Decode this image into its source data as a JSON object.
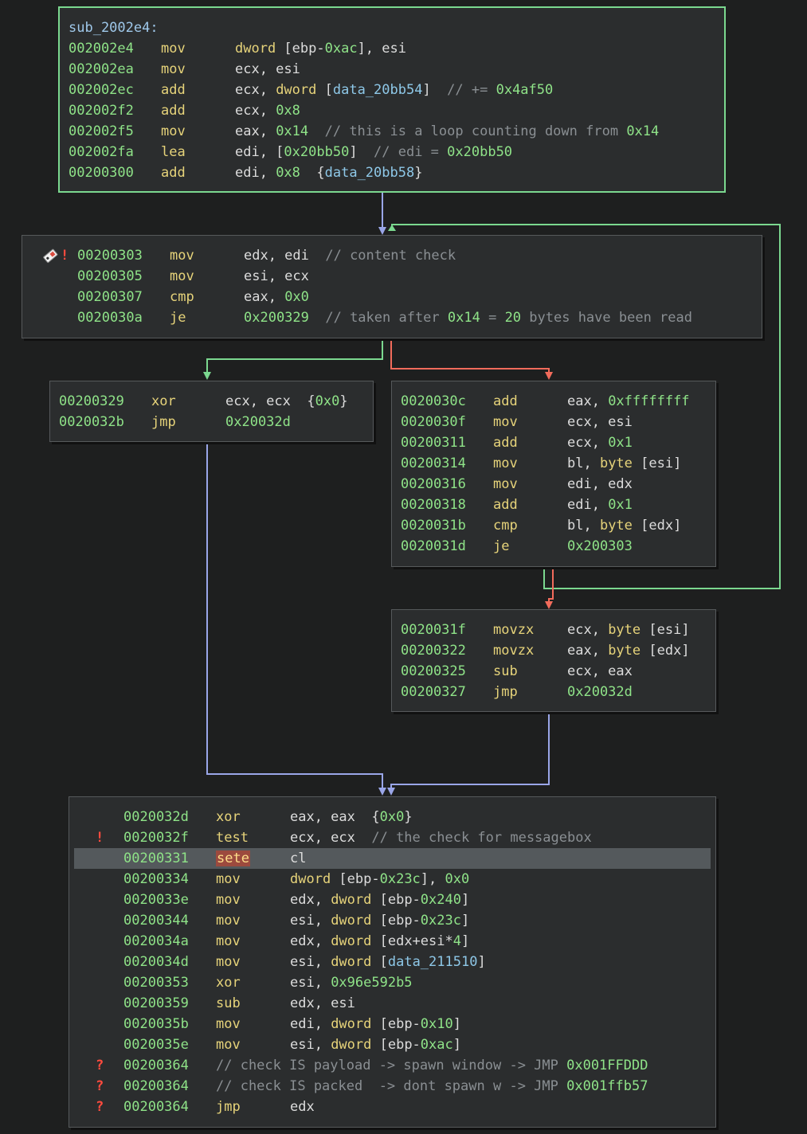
{
  "blocks": {
    "entry": {
      "label": "sub_2002e4:",
      "rows": [
        {
          "addr": "002002e4",
          "mn": "mov",
          "ops": [
            {
              "t": "dword",
              "k": "kw"
            },
            {
              "t": " [ebp-",
              "k": "op"
            },
            {
              "t": "0xac",
              "k": "imm"
            },
            {
              "t": "], esi",
              "k": "op"
            }
          ]
        },
        {
          "addr": "002002ea",
          "mn": "mov",
          "ops": [
            {
              "t": "ecx, esi",
              "k": "op"
            }
          ]
        },
        {
          "addr": "002002ec",
          "mn": "add",
          "ops": [
            {
              "t": "ecx, ",
              "k": "op"
            },
            {
              "t": "dword",
              "k": "kw"
            },
            {
              "t": " [",
              "k": "op"
            },
            {
              "t": "data_20bb54",
              "k": "dat"
            },
            {
              "t": "]  ",
              "k": "op"
            },
            {
              "t": "// += ",
              "k": "cmt"
            },
            {
              "t": "0x4af50",
              "k": "imm"
            }
          ]
        },
        {
          "addr": "002002f2",
          "mn": "add",
          "ops": [
            {
              "t": "ecx, ",
              "k": "op"
            },
            {
              "t": "0x8",
              "k": "imm"
            }
          ]
        },
        {
          "addr": "002002f5",
          "mn": "mov",
          "ops": [
            {
              "t": "eax, ",
              "k": "op"
            },
            {
              "t": "0x14",
              "k": "imm"
            },
            {
              "t": "  // this is a loop counting down from ",
              "k": "cmt"
            },
            {
              "t": "0x14",
              "k": "imm"
            }
          ]
        },
        {
          "addr": "002002fa",
          "mn": "lea",
          "ops": [
            {
              "t": "edi, [",
              "k": "op"
            },
            {
              "t": "0x20bb50",
              "k": "imm"
            },
            {
              "t": "]  ",
              "k": "op"
            },
            {
              "t": "// edi = ",
              "k": "cmt"
            },
            {
              "t": "0x20bb50",
              "k": "imm"
            }
          ]
        },
        {
          "addr": "00200300",
          "mn": "add",
          "ops": [
            {
              "t": "edi, ",
              "k": "op"
            },
            {
              "t": "0x8",
              "k": "imm"
            },
            {
              "t": "  {",
              "k": "op"
            },
            {
              "t": "data_20bb58",
              "k": "dat"
            },
            {
              "t": "}",
              "k": "op"
            }
          ]
        }
      ]
    },
    "loop": {
      "rows": [
        {
          "addr": "00200303",
          "mn": "mov",
          "ops": [
            {
              "t": "edx, edi  ",
              "k": "op"
            },
            {
              "t": "// content check",
              "k": "cmt"
            }
          ]
        },
        {
          "addr": "00200305",
          "mn": "mov",
          "ops": [
            {
              "t": "esi, ecx",
              "k": "op"
            }
          ]
        },
        {
          "addr": "00200307",
          "mn": "cmp",
          "ops": [
            {
              "t": "eax, ",
              "k": "op"
            },
            {
              "t": "0x0",
              "k": "imm"
            }
          ]
        },
        {
          "addr": "0020030a",
          "mn": "je",
          "ops": [
            {
              "t": "0x200329",
              "k": "imm"
            },
            {
              "t": "  // taken after ",
              "k": "cmt"
            },
            {
              "t": "0x14",
              "k": "imm"
            },
            {
              "t": " = ",
              "k": "cmt"
            },
            {
              "t": "20",
              "k": "imm"
            },
            {
              "t": " bytes have been read",
              "k": "cmt"
            }
          ]
        }
      ]
    },
    "zero": {
      "rows": [
        {
          "addr": "00200329",
          "mn": "xor",
          "ops": [
            {
              "t": "ecx, ecx  {",
              "k": "op"
            },
            {
              "t": "0x0",
              "k": "imm"
            },
            {
              "t": "}",
              "k": "op"
            }
          ]
        },
        {
          "addr": "0020032b",
          "mn": "jmp",
          "ops": [
            {
              "t": "0x20032d",
              "k": "imm"
            }
          ]
        }
      ]
    },
    "cmpbody": {
      "rows": [
        {
          "addr": "0020030c",
          "mn": "add",
          "ops": [
            {
              "t": "eax, ",
              "k": "op"
            },
            {
              "t": "0xffffffff",
              "k": "imm"
            }
          ]
        },
        {
          "addr": "0020030f",
          "mn": "mov",
          "ops": [
            {
              "t": "ecx, esi",
              "k": "op"
            }
          ]
        },
        {
          "addr": "00200311",
          "mn": "add",
          "ops": [
            {
              "t": "ecx, ",
              "k": "op"
            },
            {
              "t": "0x1",
              "k": "imm"
            }
          ]
        },
        {
          "addr": "00200314",
          "mn": "mov",
          "ops": [
            {
              "t": "bl, ",
              "k": "op"
            },
            {
              "t": "byte",
              "k": "kw"
            },
            {
              "t": " [esi]",
              "k": "op"
            }
          ]
        },
        {
          "addr": "00200316",
          "mn": "mov",
          "ops": [
            {
              "t": "edi, edx",
              "k": "op"
            }
          ]
        },
        {
          "addr": "00200318",
          "mn": "add",
          "ops": [
            {
              "t": "edi, ",
              "k": "op"
            },
            {
              "t": "0x1",
              "k": "imm"
            }
          ]
        },
        {
          "addr": "0020031b",
          "mn": "cmp",
          "ops": [
            {
              "t": "bl, ",
              "k": "op"
            },
            {
              "t": "byte",
              "k": "kw"
            },
            {
              "t": " [edx]",
              "k": "op"
            }
          ]
        },
        {
          "addr": "0020031d",
          "mn": "je",
          "ops": [
            {
              "t": "0x200303",
              "k": "imm"
            }
          ]
        }
      ]
    },
    "diff": {
      "rows": [
        {
          "addr": "0020031f",
          "mn": "movzx",
          "ops": [
            {
              "t": "ecx, ",
              "k": "op"
            },
            {
              "t": "byte",
              "k": "kw"
            },
            {
              "t": " [esi]",
              "k": "op"
            }
          ]
        },
        {
          "addr": "00200322",
          "mn": "movzx",
          "ops": [
            {
              "t": "eax, ",
              "k": "op"
            },
            {
              "t": "byte",
              "k": "kw"
            },
            {
              "t": " [edx]",
              "k": "op"
            }
          ]
        },
        {
          "addr": "00200325",
          "mn": "sub",
          "ops": [
            {
              "t": "ecx, eax",
              "k": "op"
            }
          ]
        },
        {
          "addr": "00200327",
          "mn": "jmp",
          "ops": [
            {
              "t": "0x20032d",
              "k": "imm"
            }
          ]
        }
      ]
    },
    "final": {
      "rows": [
        {
          "addr": "0020032d",
          "mn": "xor",
          "ops": [
            {
              "t": "eax, eax  {",
              "k": "op"
            },
            {
              "t": "0x0",
              "k": "imm"
            },
            {
              "t": "}",
              "k": "op"
            }
          ]
        },
        {
          "addr": "0020032f",
          "mn": "test",
          "ops": [
            {
              "t": "ecx, ecx  ",
              "k": "op"
            },
            {
              "t": "// the check for messagebox",
              "k": "cmt"
            }
          ],
          "mark": "!"
        },
        {
          "addr": "00200331",
          "mn": "sete",
          "ops": [
            {
              "t": "cl",
              "k": "op"
            }
          ],
          "hl": true
        },
        {
          "addr": "00200334",
          "mn": "mov",
          "ops": [
            {
              "t": "dword",
              "k": "kw"
            },
            {
              "t": " [ebp-",
              "k": "op"
            },
            {
              "t": "0x23c",
              "k": "imm"
            },
            {
              "t": "], ",
              "k": "op"
            },
            {
              "t": "0x0",
              "k": "imm"
            }
          ]
        },
        {
          "addr": "0020033e",
          "mn": "mov",
          "ops": [
            {
              "t": "edx, ",
              "k": "op"
            },
            {
              "t": "dword",
              "k": "kw"
            },
            {
              "t": " [ebp-",
              "k": "op"
            },
            {
              "t": "0x240",
              "k": "imm"
            },
            {
              "t": "]",
              "k": "op"
            }
          ]
        },
        {
          "addr": "00200344",
          "mn": "mov",
          "ops": [
            {
              "t": "esi, ",
              "k": "op"
            },
            {
              "t": "dword",
              "k": "kw"
            },
            {
              "t": " [ebp-",
              "k": "op"
            },
            {
              "t": "0x23c",
              "k": "imm"
            },
            {
              "t": "]",
              "k": "op"
            }
          ]
        },
        {
          "addr": "0020034a",
          "mn": "mov",
          "ops": [
            {
              "t": "edx, ",
              "k": "op"
            },
            {
              "t": "dword",
              "k": "kw"
            },
            {
              "t": " [edx+esi*",
              "k": "op"
            },
            {
              "t": "4",
              "k": "imm"
            },
            {
              "t": "]",
              "k": "op"
            }
          ]
        },
        {
          "addr": "0020034d",
          "mn": "mov",
          "ops": [
            {
              "t": "esi, ",
              "k": "op"
            },
            {
              "t": "dword",
              "k": "kw"
            },
            {
              "t": " [",
              "k": "op"
            },
            {
              "t": "data_211510",
              "k": "dat"
            },
            {
              "t": "]",
              "k": "op"
            }
          ]
        },
        {
          "addr": "00200353",
          "mn": "xor",
          "ops": [
            {
              "t": "esi, ",
              "k": "op"
            },
            {
              "t": "0x96e592b5",
              "k": "imm"
            }
          ]
        },
        {
          "addr": "00200359",
          "mn": "sub",
          "ops": [
            {
              "t": "edx, esi",
              "k": "op"
            }
          ]
        },
        {
          "addr": "0020035b",
          "mn": "mov",
          "ops": [
            {
              "t": "edi, ",
              "k": "op"
            },
            {
              "t": "dword",
              "k": "kw"
            },
            {
              "t": " [ebp-",
              "k": "op"
            },
            {
              "t": "0x10",
              "k": "imm"
            },
            {
              "t": "]",
              "k": "op"
            }
          ]
        },
        {
          "addr": "0020035e",
          "mn": "mov",
          "ops": [
            {
              "t": "esi, ",
              "k": "op"
            },
            {
              "t": "dword",
              "k": "kw"
            },
            {
              "t": " [ebp-",
              "k": "op"
            },
            {
              "t": "0xac",
              "k": "imm"
            },
            {
              "t": "]",
              "k": "op"
            }
          ]
        },
        {
          "addr": "00200364",
          "mn": "",
          "ops": [
            {
              "t": "// check IS payload -> spawn window -> JMP ",
              "k": "cmt"
            },
            {
              "t": "0x001FFDDD",
              "k": "imm"
            }
          ],
          "mark": "?",
          "full": true
        },
        {
          "addr": "00200364",
          "mn": "",
          "ops": [
            {
              "t": "// check IS packed  -> dont spawn w -> JMP ",
              "k": "cmt"
            },
            {
              "t": "0x001ffb57",
              "k": "imm"
            }
          ],
          "mark": "?",
          "full": true
        },
        {
          "addr": "00200364",
          "mn": "jmp",
          "ops": [
            {
              "t": "edx",
              "k": "op"
            }
          ],
          "mark": "?"
        }
      ]
    }
  },
  "icons": {
    "tag_icon": "tag-icon",
    "loop_mark": "!",
    "colors": {
      "true_edge": "#7bd88f",
      "false_edge": "#f26b5b",
      "uncond_edge": "#9aa6e8",
      "back_edge": "#7bd88f"
    }
  }
}
